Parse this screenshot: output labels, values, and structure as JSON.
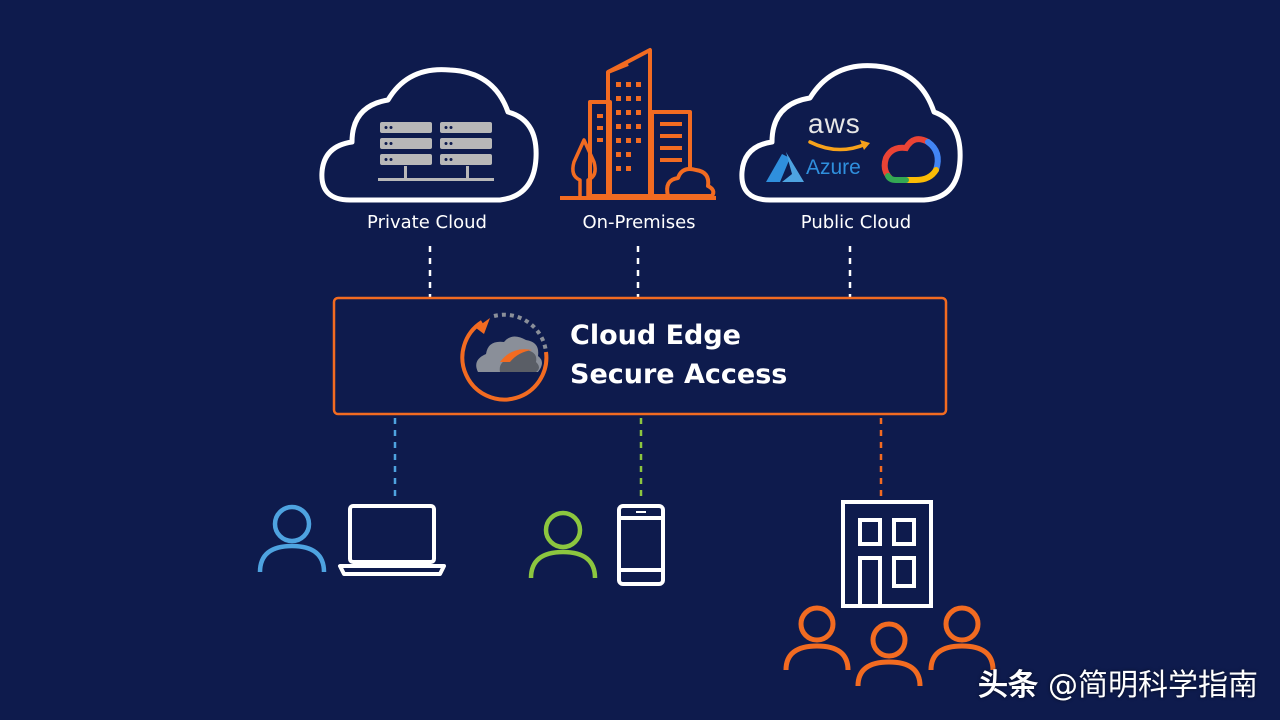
{
  "colors": {
    "background": "#0e1b4d",
    "white": "#ffffff",
    "orange": "#f26b21",
    "blue": "#4ea3e0",
    "green": "#8cc63f",
    "gray": "#b8b8b8",
    "azure_blue": "#2f8fdd"
  },
  "top_nodes": {
    "private_cloud": {
      "label": "Private Cloud",
      "icon": "server-cloud-icon"
    },
    "on_premises": {
      "label": "On-Premises",
      "icon": "buildings-icon"
    },
    "public_cloud": {
      "label": "Public Cloud",
      "icon": "public-cloud-icon",
      "logos": {
        "aws": "aws",
        "azure": "Azure"
      }
    }
  },
  "center": {
    "title_line1": "Cloud Edge",
    "title_line2": "Secure Access",
    "icon": "cloud-edge-logo-icon"
  },
  "bottom_nodes": {
    "remote_user": {
      "icons": [
        "user-icon",
        "laptop-icon"
      ],
      "color": "blue"
    },
    "mobile_user": {
      "icons": [
        "user-icon",
        "smartphone-icon"
      ],
      "color": "green"
    },
    "branch_office": {
      "icons": [
        "office-building-icon",
        "user-group-icon"
      ],
      "color": "orange"
    }
  },
  "watermark": {
    "brand": "头条",
    "handle": "@简明科学指南"
  }
}
